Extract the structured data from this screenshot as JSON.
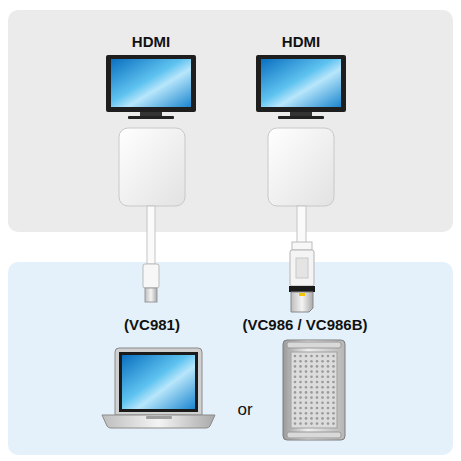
{
  "diagram": {
    "labels": [
      "HDMI",
      "HDMI",
      "(VC981)",
      "(VC986 / VC986B)",
      "or"
    ]
  }
}
